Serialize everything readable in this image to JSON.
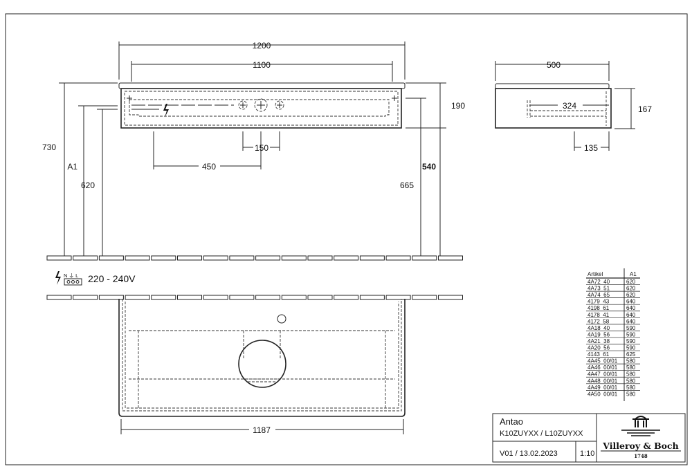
{
  "drawing": {
    "front_view": {
      "dims": {
        "width_total": "1200",
        "width_inner": "1100",
        "height_total": "730",
        "a1": "A1",
        "h620": "620",
        "h665": "665",
        "h540": "540",
        "h190": "190",
        "spacing": "150",
        "offset": "450"
      }
    },
    "side_view": {
      "dims": {
        "depth": "500",
        "height": "167",
        "inner": "324",
        "offset": "135"
      }
    },
    "plan_view": {
      "dims": {
        "width": "1187"
      }
    },
    "electrical": {
      "terminal_labels": "N ⏚ L",
      "voltage": "220 - 240V"
    }
  },
  "article_table": {
    "headers": [
      "Artikel",
      "A1"
    ],
    "rows": [
      [
        "4A72  40",
        "620"
      ],
      [
        "4A73  51",
        "620"
      ],
      [
        "4A74  65",
        "620"
      ],
      [
        "4179  43",
        "640"
      ],
      [
        "4198  61",
        "640"
      ],
      [
        "4178  41",
        "640"
      ],
      [
        "4172  58",
        "640"
      ],
      [
        "4A18  40",
        "590"
      ],
      [
        "4A19  56",
        "590"
      ],
      [
        "4A21  38",
        "590"
      ],
      [
        "4A20  56",
        "590"
      ],
      [
        "4143  61",
        "625"
      ],
      [
        "4A45  00/01",
        "580"
      ],
      [
        "4A46  00/01",
        "580"
      ],
      [
        "4A47  00/01",
        "580"
      ],
      [
        "4A48  00/01",
        "580"
      ],
      [
        "4A49  00/01",
        "580"
      ],
      [
        "4A50  00/01",
        "580"
      ]
    ]
  },
  "title_block": {
    "product": "Antao",
    "codes": "K10ZUYXX / L10ZUYXX",
    "version_date": "V01 / 13.02.2023",
    "scale": "1:10",
    "brand": "Villeroy & Boch",
    "brand_year": "1748"
  }
}
